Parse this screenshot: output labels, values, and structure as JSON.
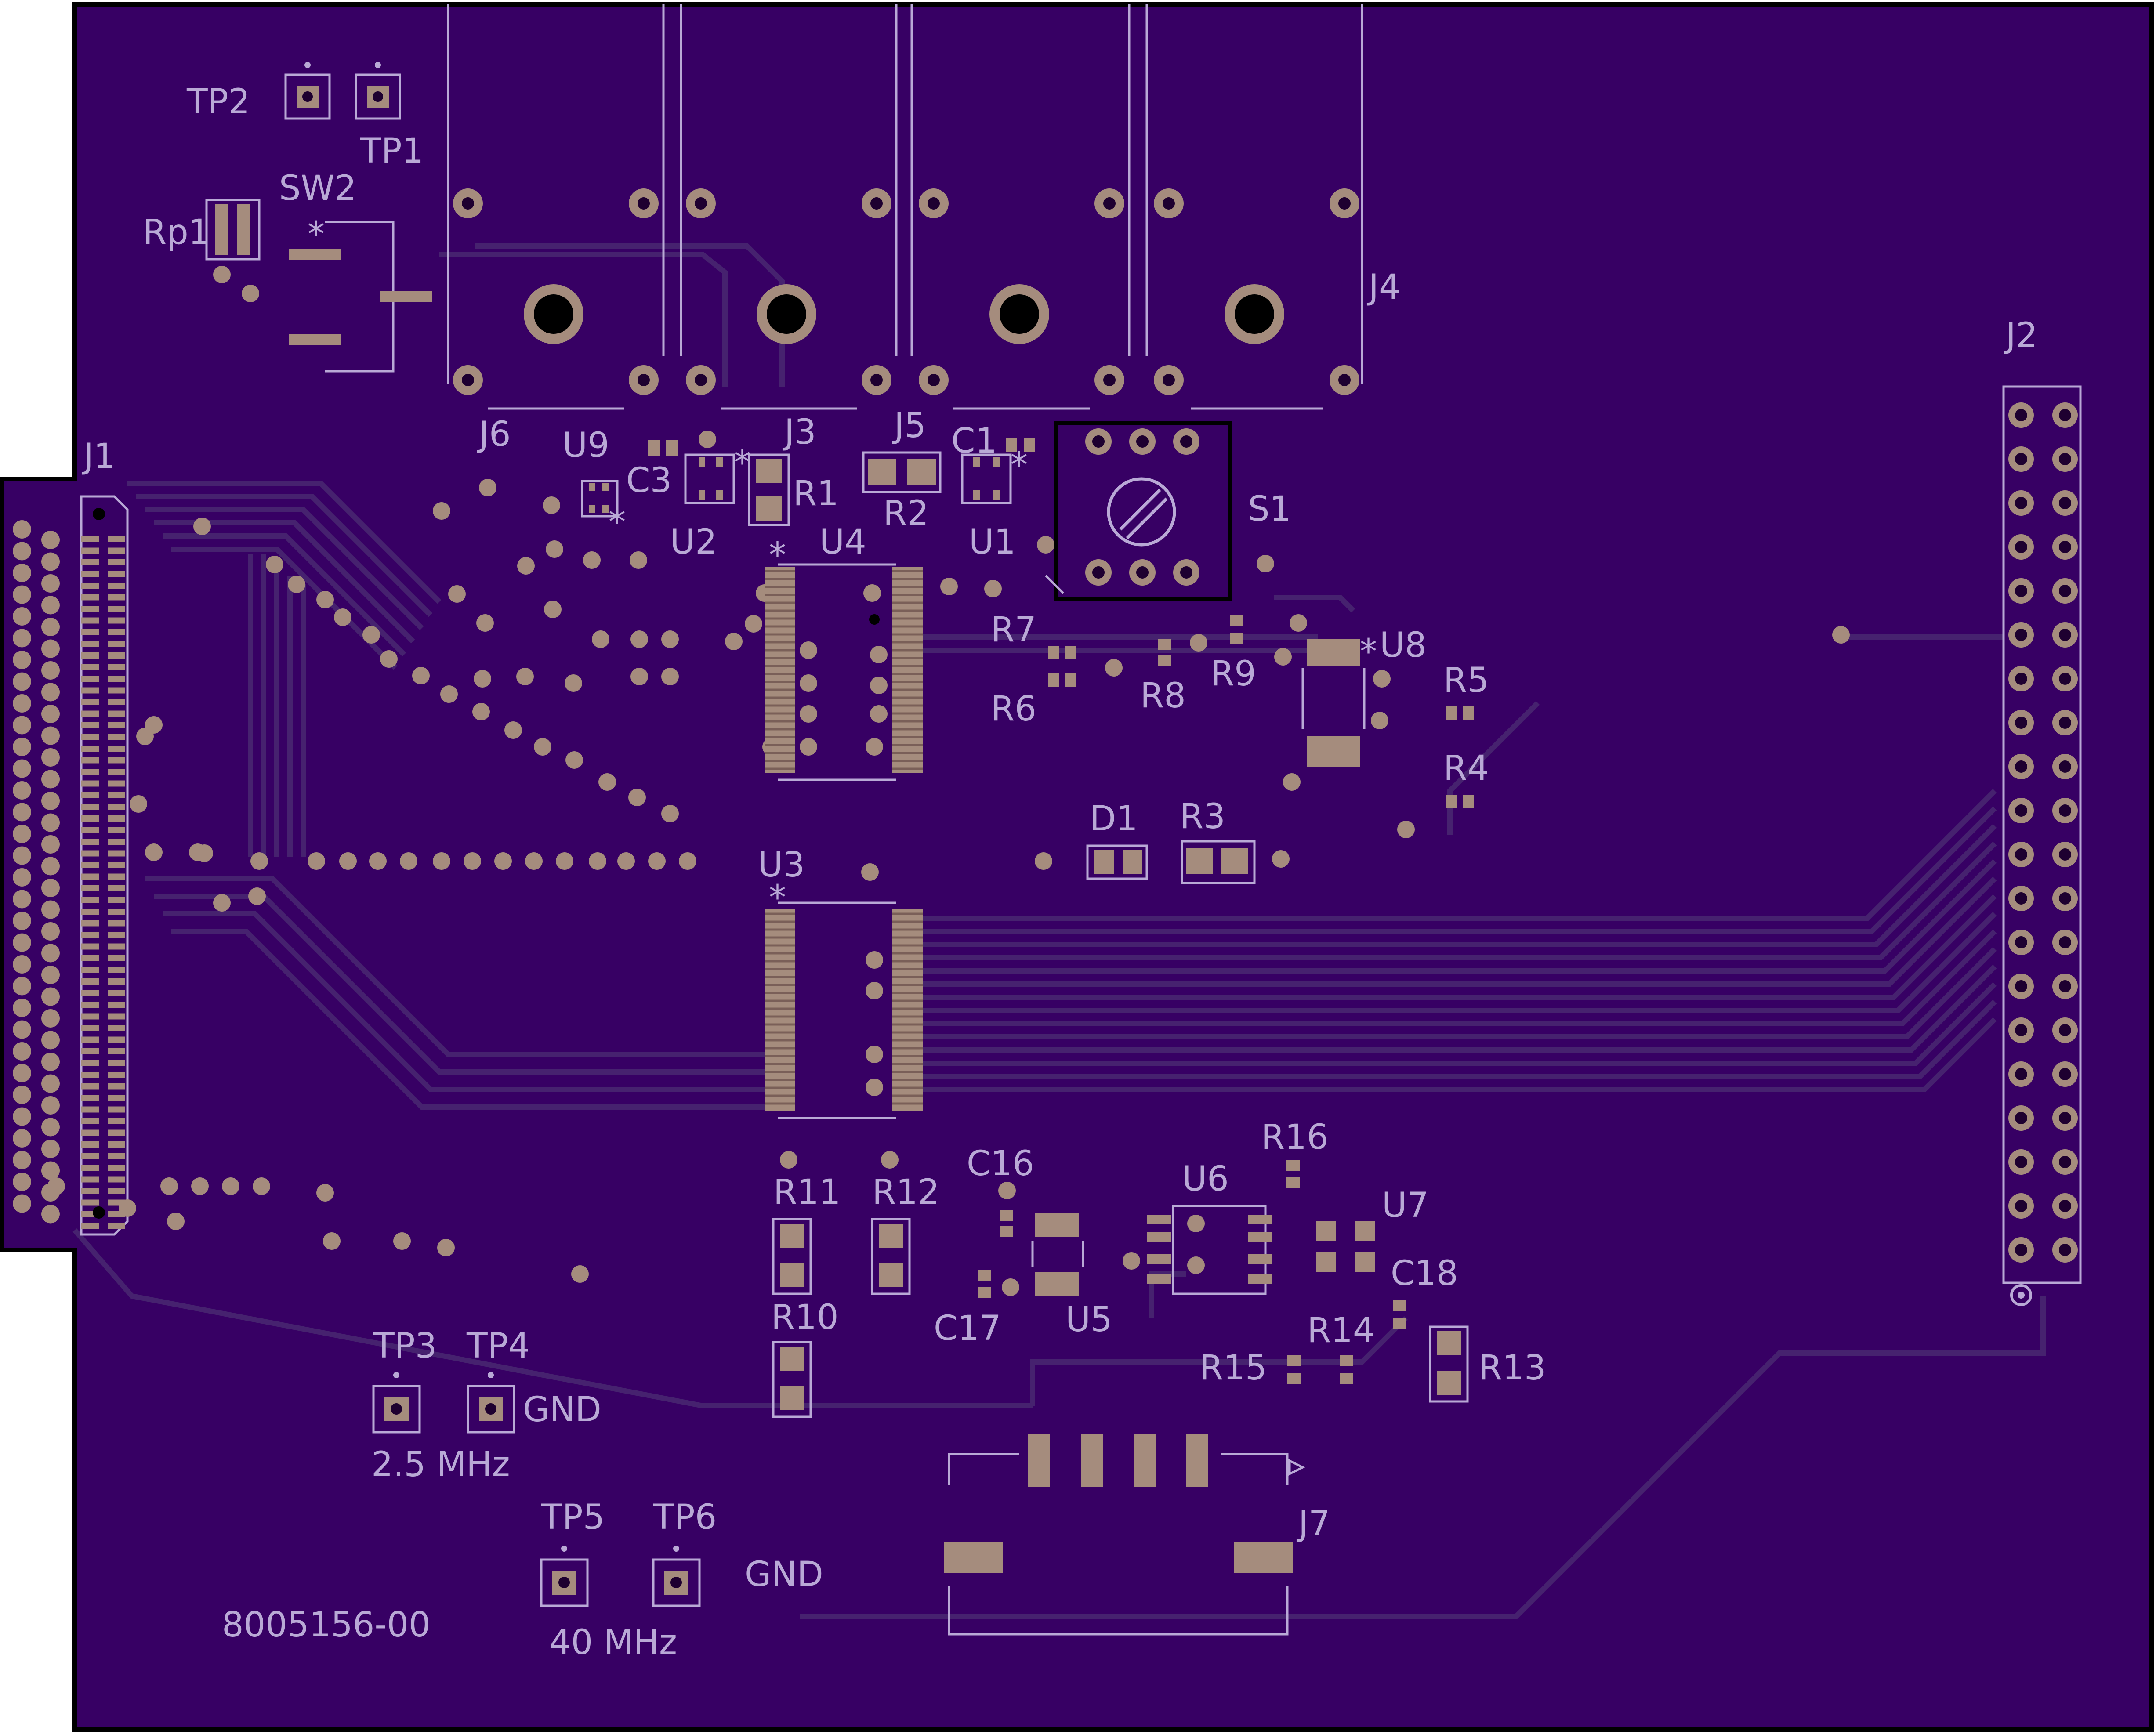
{
  "board": {
    "part_number": "8005156-00",
    "colors": {
      "background": "#ffffff",
      "board": "#370064",
      "trace": "#46226f",
      "silkscreen": "#b9a9d6",
      "pad": "#a58c7d",
      "hole": "#1e0030"
    }
  },
  "refdes": {
    "tp1": "TP1",
    "tp2": "TP2",
    "tp3": "TP3",
    "tp4": "TP4",
    "tp5": "TP5",
    "tp6": "TP6",
    "rp1": "Rp1",
    "sw2": "SW2",
    "j1": "J1",
    "j2": "J2",
    "j3": "J3",
    "j4": "J4",
    "j5": "J5",
    "j6": "J6",
    "j7": "J7",
    "u1": "U1",
    "u2": "U2",
    "u3": "U3",
    "u4": "U4",
    "u5": "U5",
    "u6": "U6",
    "u7": "U7",
    "u8": "U8",
    "u9": "U9",
    "c1": "C1",
    "c3": "C3",
    "c16": "C16",
    "c17": "C17",
    "c18": "C18",
    "r1": "R1",
    "r2": "R2",
    "r3": "R3",
    "r4": "R4",
    "r5": "R5",
    "r6": "R6",
    "r7": "R7",
    "r8": "R8",
    "r9": "R9",
    "r10": "R10",
    "r11": "R11",
    "r12": "R12",
    "r13": "R13",
    "r14": "R14",
    "r15": "R15",
    "r16": "R16",
    "d1": "D1",
    "s1": "S1"
  },
  "annotations": {
    "tp3_freq": "2.5 MHz",
    "tp4_gnd": "GND",
    "tp5_freq": "40 MHz",
    "tp6_gnd": "GND"
  }
}
